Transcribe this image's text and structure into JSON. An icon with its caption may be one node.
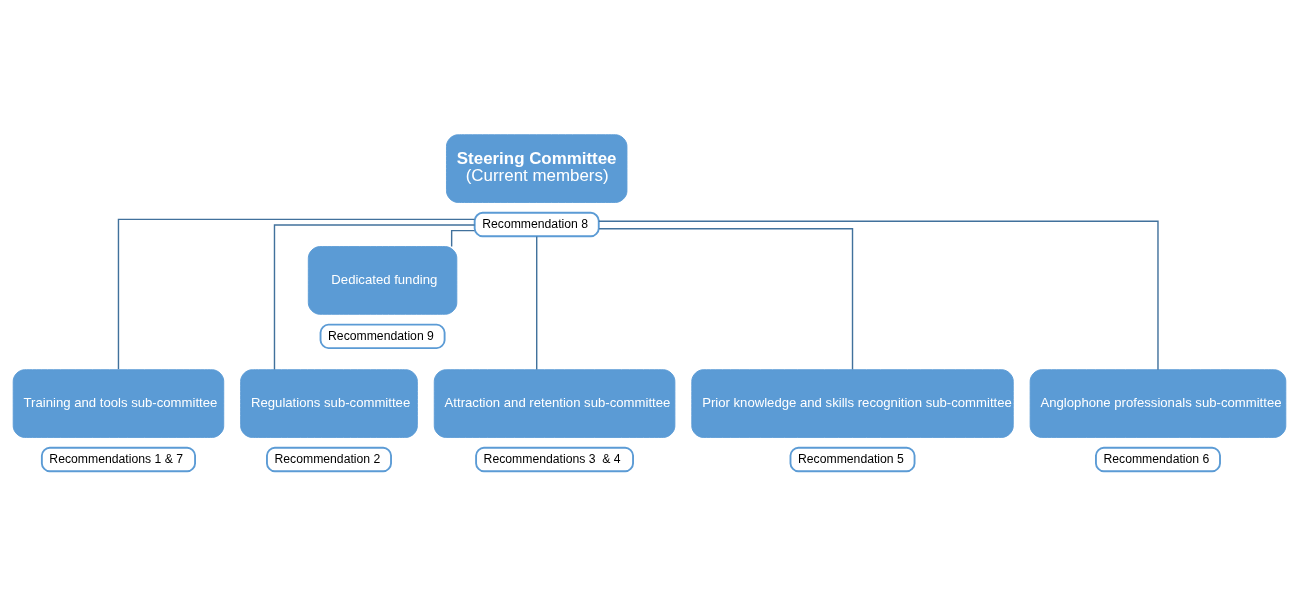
{
  "diagram": {
    "nodes": [
      {
        "text": [
          "Steering Committee",
          "(Current members)"
        ]
      },
      {
        "text": [
          "Recommendation 8"
        ]
      },
      {
        "text": [
          "Dedicated funding"
        ]
      },
      {
        "text": [
          "Recommendation 9"
        ]
      },
      {
        "text": [
          "Training and tools sub-committee"
        ]
      },
      {
        "text": [
          "Recommendations 1 & 7"
        ]
      },
      {
        "text": [
          "Regulations sub-committee"
        ]
      },
      {
        "text": [
          "Recommendation 2"
        ]
      },
      {
        "text": [
          "Attraction and retention sub-committee"
        ]
      },
      {
        "text": [
          "Recommendations 3  & 4"
        ]
      },
      {
        "text": [
          "Prior knowledge and skills recognition sub-committee"
        ]
      },
      {
        "text": [
          "Recommendation 5"
        ]
      },
      {
        "text": [
          "Anglophone professionals sub-committee"
        ]
      },
      {
        "text": [
          "Recommendation 6"
        ]
      }
    ],
    "edges": [
      {
        "from": 1,
        "to": 2,
        "arrow": "none"
      },
      {
        "from": 1,
        "to": 4,
        "arrow": "none"
      },
      {
        "from": 1,
        "to": 6,
        "arrow": "none"
      },
      {
        "from": 1,
        "to": 8,
        "arrow": "none"
      },
      {
        "from": 1,
        "to": 10,
        "arrow": "none"
      },
      {
        "from": 1,
        "to": 12,
        "arrow": "none"
      }
    ]
  }
}
